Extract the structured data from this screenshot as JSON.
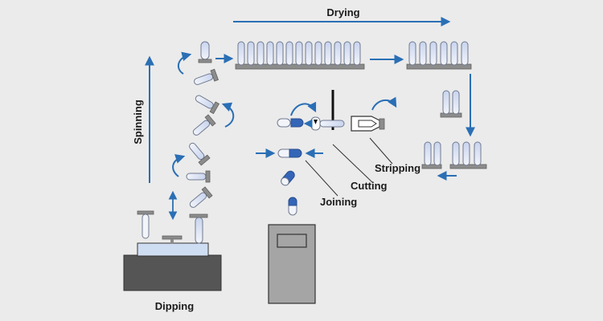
{
  "labels": {
    "drying": "Drying",
    "spinning": "Spinning",
    "dipping": "Dipping",
    "stripping": "Stripping",
    "cutting": "Cutting",
    "joining": "Joining"
  },
  "colors": {
    "background": "#ebebeb",
    "arrow": "#2a6fb5",
    "pin_top": "#c8d4ee",
    "pin_bottom": "#f2f4fa",
    "pin_outline": "#707a90",
    "pin_base": "#8c8c8c",
    "capsule_blue": "#3465b7",
    "dip_bath": "#555555",
    "dip_liquid": "#cfddf2",
    "cabinet": "#a5a5a5"
  },
  "icons": [
    "arrow",
    "curved-arrow",
    "mold-pin",
    "capsule-half",
    "capsule-joined",
    "dip-tank",
    "filling-machine",
    "cutting-blade",
    "stripping-jaw"
  ]
}
